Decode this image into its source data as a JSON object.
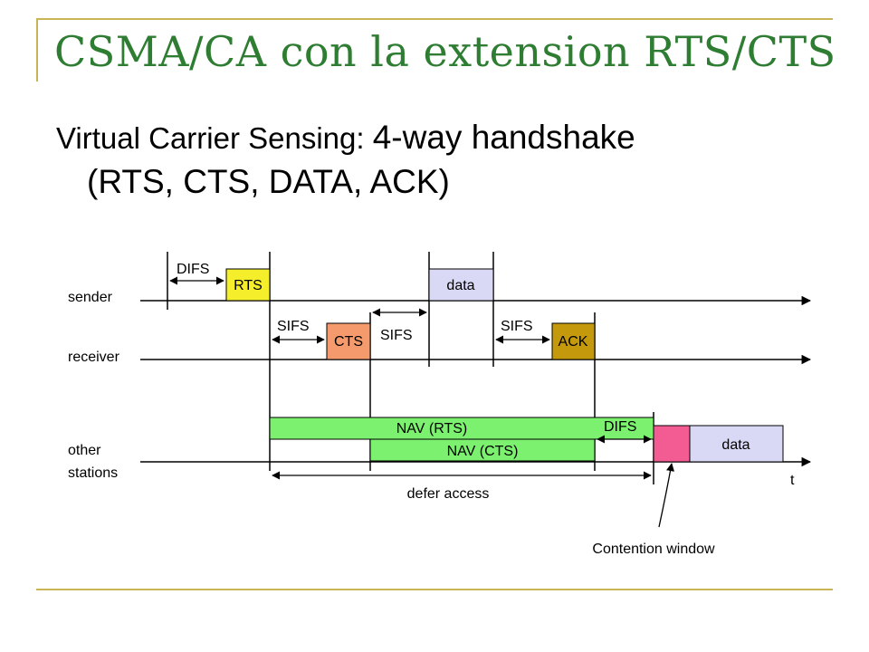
{
  "slide": {
    "title": "CSMA/CA con la extension  RTS/CTS",
    "subtitle_prefix": "Virtual Carrier Sensing: ",
    "subtitle_main": "4-way handshake",
    "subtitle_line2": "(RTS, CTS, DATA, ACK)"
  },
  "diagram": {
    "rows": {
      "sender": "sender",
      "receiver": "receiver",
      "other_line1": "other",
      "other_line2": "stations"
    },
    "frames": {
      "rts": "RTS",
      "cts": "CTS",
      "data_sender": "data",
      "ack": "ACK",
      "data_other": "data"
    },
    "intervals": {
      "difs_sender": "DIFS",
      "sifs_1": "SIFS",
      "sifs_2": "SIFS",
      "sifs_3": "SIFS",
      "difs_other": "DIFS"
    },
    "nav": {
      "rts": "NAV (RTS)",
      "cts": "NAV (CTS)"
    },
    "defer_label": "defer access",
    "time_label": "t",
    "contention_label": "Contention window",
    "colors": {
      "title": "#2e7d32",
      "rts": "#f5ef2b",
      "cts": "#f59a6d",
      "data": "#d9d9f5",
      "ack": "#c49a0c",
      "nav": "#7cf06f",
      "contention": "#f25c93",
      "decoration": "#c9b456"
    }
  }
}
